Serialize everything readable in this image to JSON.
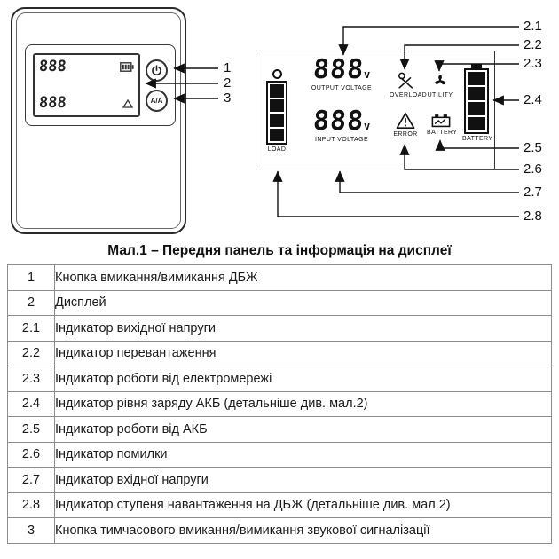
{
  "figure": {
    "caption": "Мал.1 – Передня панель та інформація на дисплеї",
    "callouts": {
      "device": [
        "1",
        "2",
        "3"
      ],
      "display": [
        "2.1",
        "2.2",
        "2.3",
        "2.4",
        "2.5",
        "2.6",
        "2.7",
        "2.8"
      ]
    },
    "device": {
      "mute_button_label": "A/A",
      "lcd": {
        "row1": "888",
        "row2": "888"
      }
    },
    "display": {
      "load_label": "LOAD",
      "output_value": "888",
      "output_unit": "v",
      "output_label": "OUTPUT VOLTAGE",
      "input_value": "888",
      "input_unit": "v",
      "input_label": "INPUT VOLTAGE",
      "overload_label": "OVERLOAD",
      "utility_label": "UTILITY",
      "error_label": "ERROR",
      "battery_small_label": "BATTERY",
      "battery_label": "BATTERY"
    }
  },
  "table": {
    "rows": [
      {
        "num": "1",
        "desc": "Кнопка вмикання/вимикання ДБЖ"
      },
      {
        "num": "2",
        "desc": "Дисплей"
      },
      {
        "num": "2.1",
        "desc": "Індикатор вихідної напруги"
      },
      {
        "num": "2.2",
        "desc": "Індикатор перевантаження"
      },
      {
        "num": "2.3",
        "desc": "Індикатор роботи від електромережі"
      },
      {
        "num": "2.4",
        "desc": "Індикатор рівня заряду АКБ (детальніше див. мал.2)"
      },
      {
        "num": "2.5",
        "desc": "Індикатор роботи від АКБ"
      },
      {
        "num": "2.6",
        "desc": "Індикатор помилки"
      },
      {
        "num": "2.7",
        "desc": "Індикатор вхідної напруги"
      },
      {
        "num": "2.8",
        "desc": "Індикатор ступеня навантаження на ДБЖ (детальніше див. мал.2)"
      },
      {
        "num": "3",
        "desc": "Кнопка тимчасового вмикання/вимикання звукової сигналізації"
      }
    ]
  }
}
